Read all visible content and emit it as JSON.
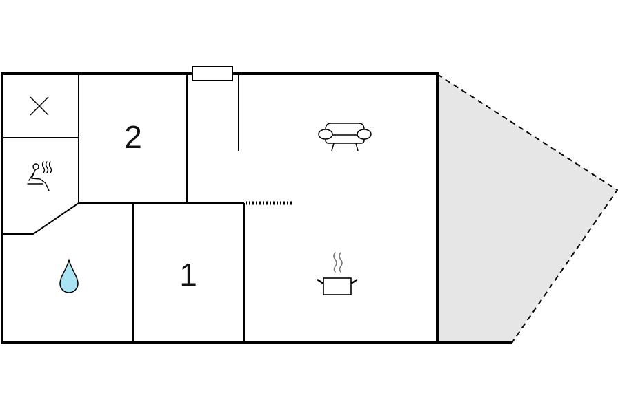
{
  "floorplan": {
    "rooms": [
      {
        "id": "bedroom-2",
        "label": "2"
      },
      {
        "id": "bedroom-1",
        "label": "1"
      },
      {
        "id": "toilet",
        "icon": "toilet-icon"
      },
      {
        "id": "sauna",
        "icon": "sauna-icon"
      },
      {
        "id": "bathroom",
        "icon": "water-drop-icon"
      },
      {
        "id": "living-room",
        "icon": "sofa-icon"
      },
      {
        "id": "kitchen",
        "icon": "cooking-pot-icon"
      },
      {
        "id": "terrace",
        "icon": ""
      }
    ],
    "colors": {
      "wall": "#000000",
      "terrace_fill": "#e6e6e6",
      "water_drop": "#a8e4f4",
      "steam": "#777777"
    }
  }
}
